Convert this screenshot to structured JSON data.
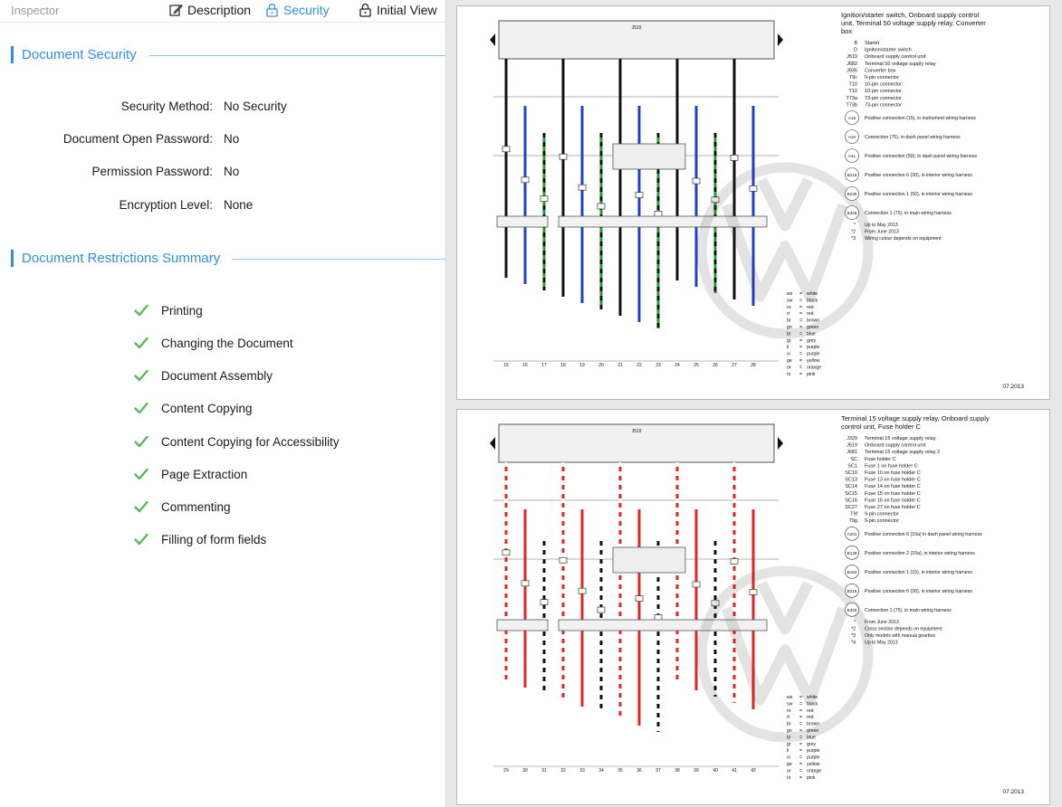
{
  "inspector": {
    "title": "Inspector",
    "tabs": [
      {
        "label": "Description",
        "icon": "edit-icon",
        "active": false
      },
      {
        "label": "Security",
        "icon": "lock-icon",
        "active": true
      },
      {
        "label": "Initial View",
        "icon": "lock-icon",
        "active": false
      }
    ],
    "document_security": {
      "header": "Document Security",
      "rows": [
        {
          "label": "Security Method:",
          "value": "No Security"
        },
        {
          "label": "Document Open Password:",
          "value": "No"
        },
        {
          "label": "Permission Password:",
          "value": "No"
        },
        {
          "label": "Encryption Level:",
          "value": "None"
        }
      ]
    },
    "restrictions": {
      "header": "Document Restrictions Summary",
      "items": [
        {
          "label": "Printing",
          "allowed": true
        },
        {
          "label": "Changing the Document",
          "allowed": true
        },
        {
          "label": "Document Assembly",
          "allowed": true
        },
        {
          "label": "Content Copying",
          "allowed": true
        },
        {
          "label": "Content Copying for Accessibility",
          "allowed": true
        },
        {
          "label": "Page Extraction",
          "allowed": true
        },
        {
          "label": "Commenting",
          "allowed": true
        },
        {
          "label": "Filling of form fields",
          "allowed": true
        }
      ]
    }
  },
  "colors": {
    "accent": "#2e8fe0",
    "check": "#5cb85c"
  },
  "viewer": {
    "pages": [
      {
        "box_label": "J519",
        "title": "Ignition/starter switch, Onboard supply control unit, Terminal 50 voltage supply relay, Converter box",
        "legend": [
          {
            "code": "B",
            "text": "Starter"
          },
          {
            "code": "D",
            "text": "Ignition/starter switch"
          },
          {
            "code": "J519",
            "text": "Onboard supply control unit"
          },
          {
            "code": "J682",
            "text": "Terminal 50 voltage supply relay"
          },
          {
            "code": "J935",
            "text": "Converter box"
          },
          {
            "code": "T9c",
            "text": "9-pin connector"
          },
          {
            "code": "T10",
            "text": "10-pin connector"
          },
          {
            "code": "T10",
            "text": "10-pin connector"
          },
          {
            "code": "T73a",
            "text": "73-pin connector"
          },
          {
            "code": "T73b",
            "text": "73-pin connector"
          }
        ],
        "connections": [
          {
            "code": "A15",
            "text": "Positive connection (15), in instrument wiring harness"
          },
          {
            "code": "A33",
            "text": "Connection (75), in dash panel wiring harness"
          },
          {
            "code": "A41",
            "text": "Positive connection (50), in dash panel wiring harness"
          },
          {
            "code": "B218",
            "text": "Positive connection 6 (30), in interior wiring harness"
          },
          {
            "code": "B239",
            "text": "Positive connection 1 (50), in interior wiring harness"
          },
          {
            "code": "B346",
            "text": "Connection 1 (75), in main wiring harness"
          }
        ],
        "notes": [
          {
            "code": "*",
            "text": "Up to May 2013"
          },
          {
            "code": "*2",
            "text": "From June 2013"
          },
          {
            "code": "*3",
            "text": "Wiring colour depends on equipment"
          }
        ],
        "colour_key": [
          {
            "code": "ws",
            "name": "white"
          },
          {
            "code": "sw",
            "name": "black"
          },
          {
            "code": "ro",
            "name": "red"
          },
          {
            "code": "rt",
            "name": "red"
          },
          {
            "code": "br",
            "name": "brown"
          },
          {
            "code": "gn",
            "name": "green"
          },
          {
            "code": "bl",
            "name": "blue"
          },
          {
            "code": "gr",
            "name": "grey"
          },
          {
            "code": "li",
            "name": "purple"
          },
          {
            "code": "vi",
            "name": "purple"
          },
          {
            "code": "ge",
            "name": "yellow"
          },
          {
            "code": "or",
            "name": "orange"
          },
          {
            "code": "rs",
            "name": "pink"
          }
        ],
        "columns": [
          "15",
          "16",
          "17",
          "18",
          "19",
          "20",
          "21",
          "22",
          "23",
          "24",
          "25",
          "26",
          "27",
          "28"
        ],
        "date": "07.2013"
      },
      {
        "box_label": "J519",
        "title": "Terminal 15 voltage supply relay, Onboard supply control unit, Fuse holder C",
        "legend": [
          {
            "code": "J329",
            "text": "Terminal 15 voltage supply relay"
          },
          {
            "code": "J519",
            "text": "Onboard supply control unit"
          },
          {
            "code": "J681",
            "text": "Terminal 15 voltage supply relay 2"
          },
          {
            "code": "SC",
            "text": "Fuse holder C"
          },
          {
            "code": "SC1",
            "text": "Fuse 1 on fuse holder C"
          },
          {
            "code": "SC10",
            "text": "Fuse 10 on fuse holder C"
          },
          {
            "code": "SC13",
            "text": "Fuse 13 on fuse holder C"
          },
          {
            "code": "SC14",
            "text": "Fuse 14 on fuse holder C"
          },
          {
            "code": "SC15",
            "text": "Fuse 15 on fuse holder C"
          },
          {
            "code": "SC16",
            "text": "Fuse 16 on fuse holder C"
          },
          {
            "code": "SC27",
            "text": "Fuse 27 on fuse holder C"
          },
          {
            "code": "T9f",
            "text": "9-pin connector"
          },
          {
            "code": "T9g",
            "text": "9-pin connector"
          }
        ],
        "connections": [
          {
            "code": "A201",
            "text": "Positive connection 6 (15a) in dash panel wiring harness"
          },
          {
            "code": "B149",
            "text": "Positive connection 2 (15a), in interior wiring harness"
          },
          {
            "code": "B163",
            "text": "Positive connection 1 (15), in interior wiring harness"
          },
          {
            "code": "B218",
            "text": "Positive connection 6 (30), in interior wiring harness"
          },
          {
            "code": "B346",
            "text": "Connection 1 (75), in main wiring harness"
          }
        ],
        "notes": [
          {
            "code": "*",
            "text": "From June 2013"
          },
          {
            "code": "*2",
            "text": "Cross section depends on equipment"
          },
          {
            "code": "*3",
            "text": "Only models with manual gearbox"
          },
          {
            "code": "*4",
            "text": "Up to May 2013"
          }
        ],
        "colour_key": [
          {
            "code": "ws",
            "name": "white"
          },
          {
            "code": "sw",
            "name": "black"
          },
          {
            "code": "ro",
            "name": "red"
          },
          {
            "code": "rt",
            "name": "red"
          },
          {
            "code": "br",
            "name": "brown"
          },
          {
            "code": "gn",
            "name": "green"
          },
          {
            "code": "bl",
            "name": "blue"
          },
          {
            "code": "gr",
            "name": "grey"
          },
          {
            "code": "li",
            "name": "purple"
          },
          {
            "code": "vi",
            "name": "purple"
          },
          {
            "code": "ge",
            "name": "yellow"
          },
          {
            "code": "or",
            "name": "orange"
          },
          {
            "code": "rs",
            "name": "pink"
          }
        ],
        "columns": [
          "29",
          "30",
          "31",
          "32",
          "33",
          "34",
          "35",
          "36",
          "37",
          "38",
          "39",
          "40",
          "41",
          "42"
        ],
        "date": "07.2013"
      }
    ]
  }
}
